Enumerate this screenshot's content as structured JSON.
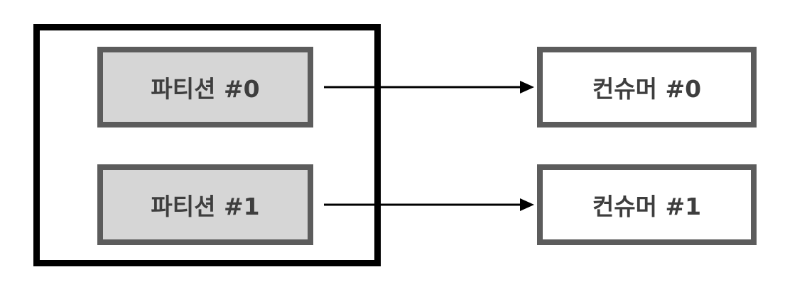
{
  "partitions": [
    {
      "label": "파티션 #0"
    },
    {
      "label": "파티션 #1"
    }
  ],
  "consumers": [
    {
      "label": "컨슈머 #0"
    },
    {
      "label": "컨슈머 #1"
    }
  ],
  "edges": [
    {
      "from": "파티션 #0",
      "to": "컨슈머 #0"
    },
    {
      "from": "파티션 #1",
      "to": "컨슈머 #1"
    }
  ],
  "colors": {
    "topic_border": "#000000",
    "node_border": "#5c5c5c",
    "partition_fill": "#d6d6d6",
    "consumer_fill": "#ffffff",
    "text": "#3e3e3e",
    "arrow": "#000000"
  }
}
